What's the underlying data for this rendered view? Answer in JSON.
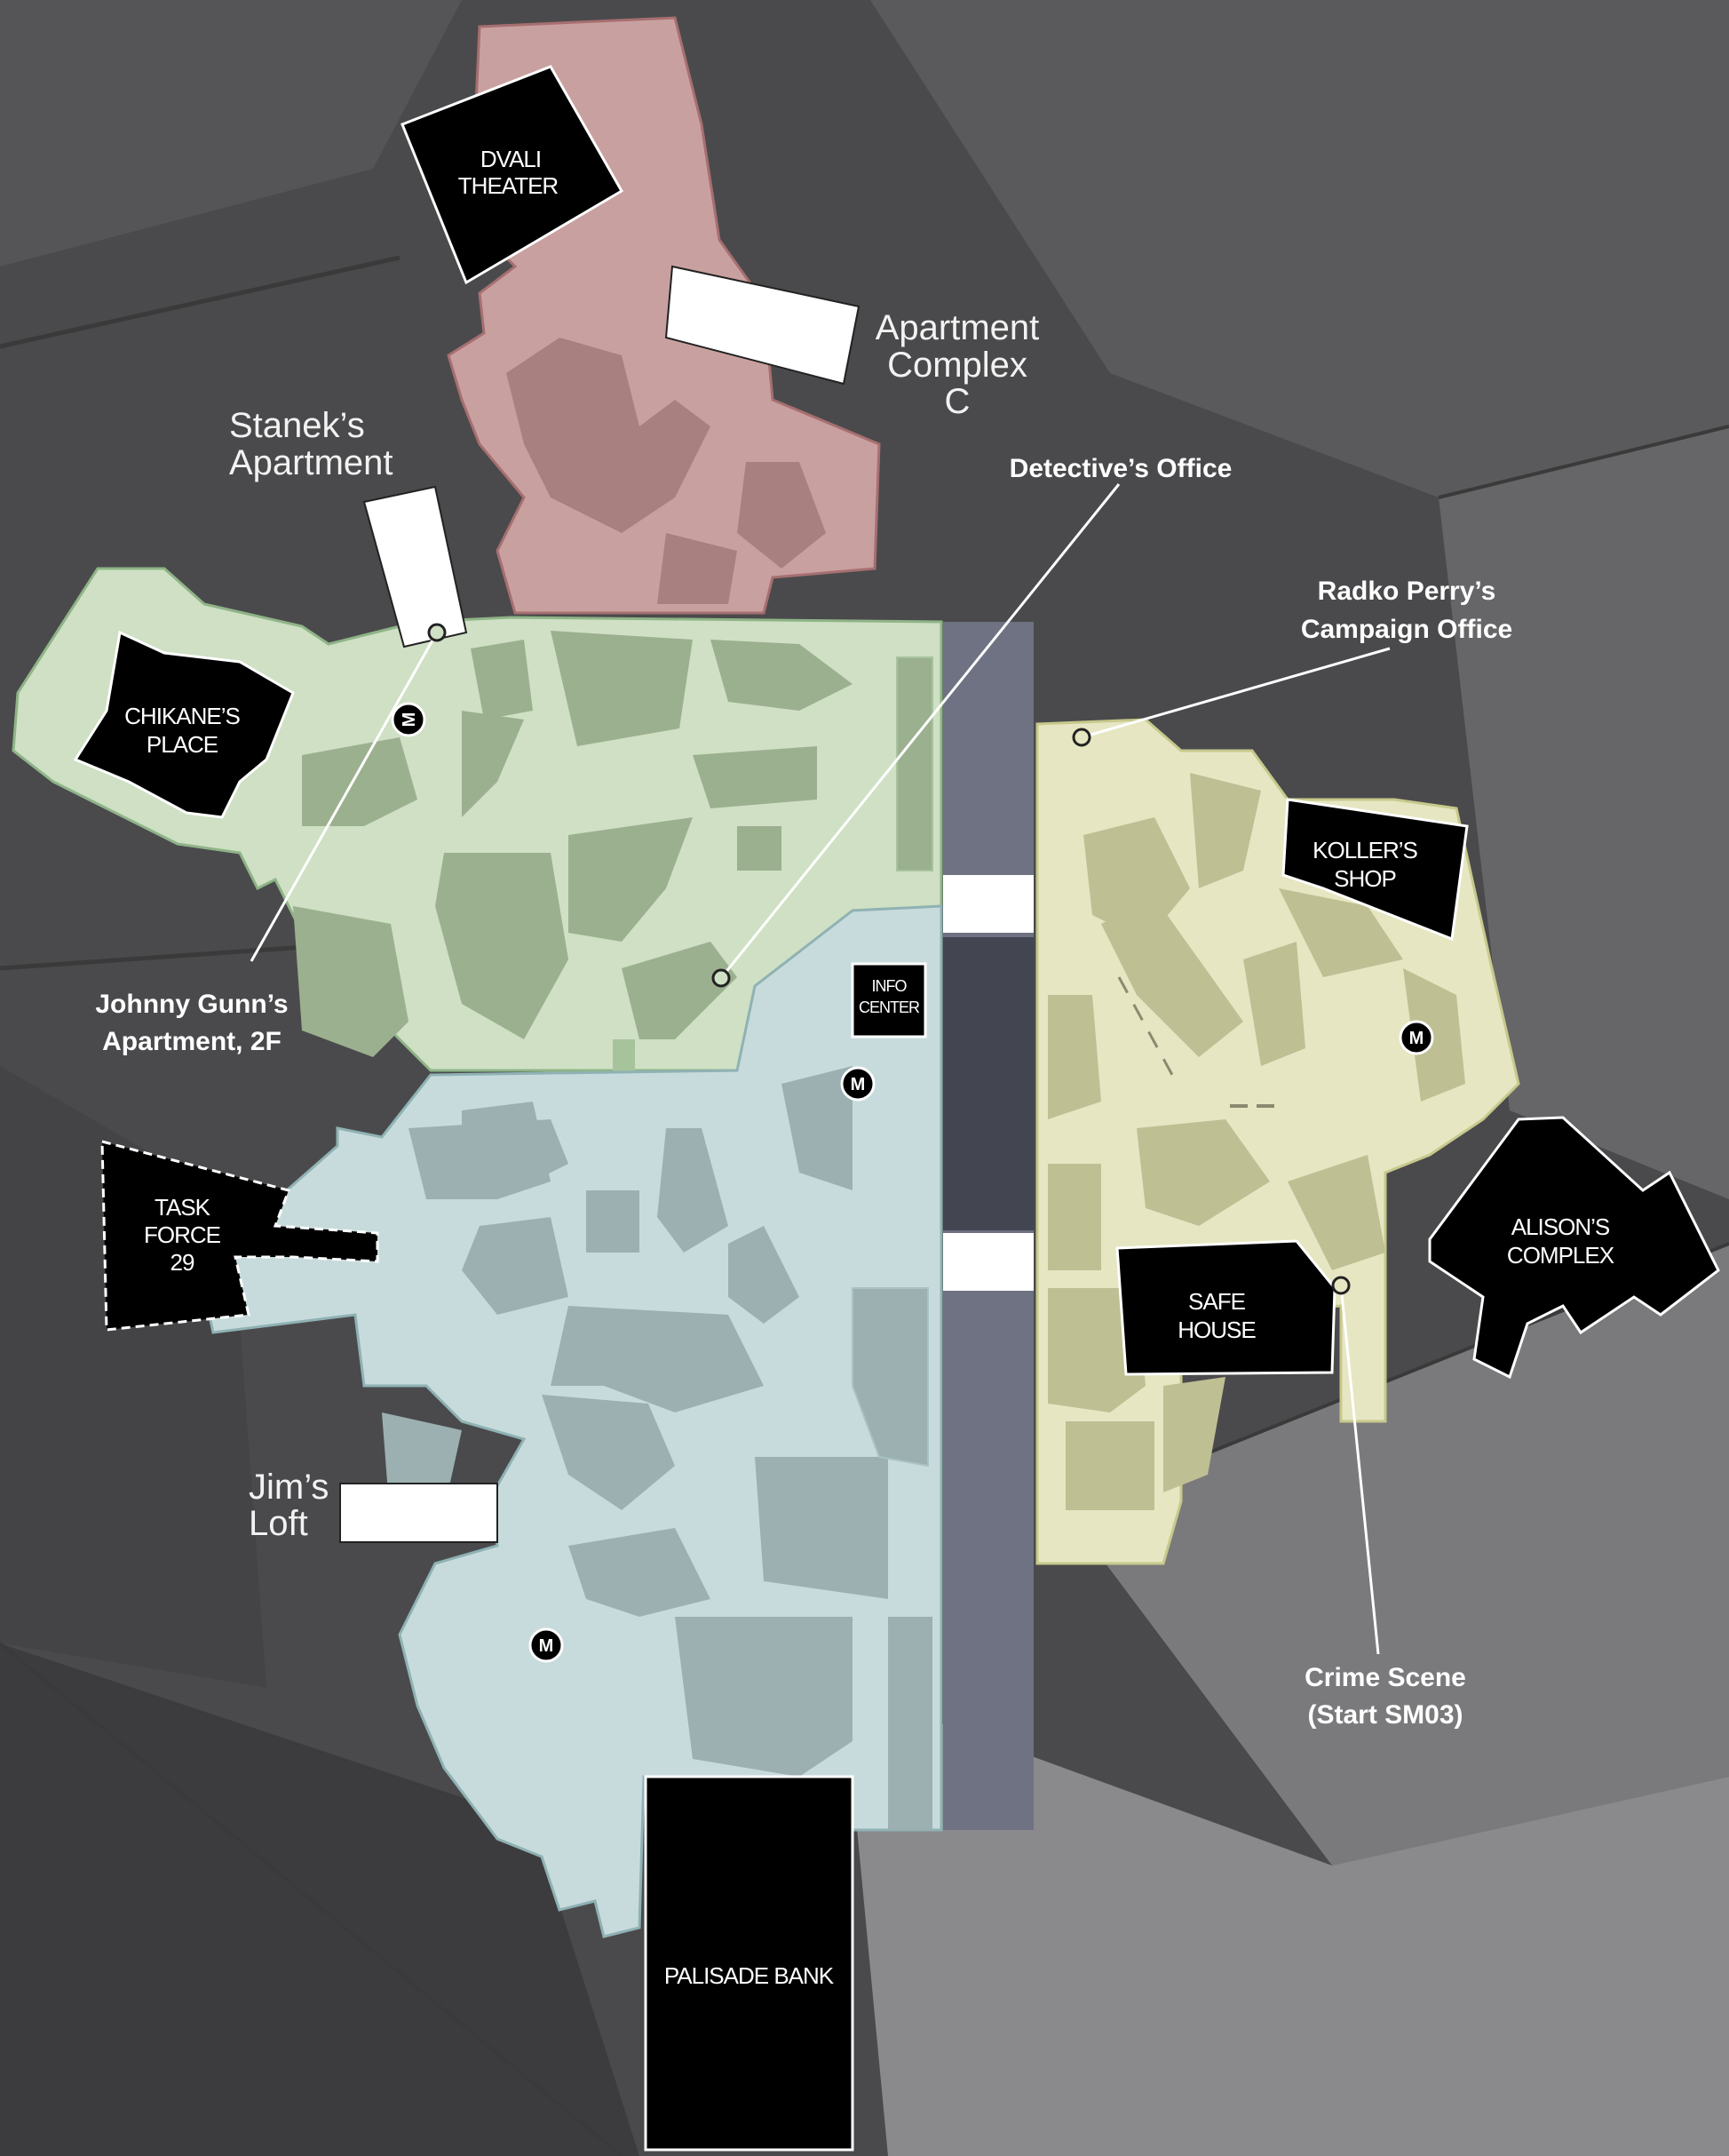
{
  "map": {
    "colors": {
      "background": "#4a4a4c",
      "district_north": "#c9a0a0",
      "district_west": "#cfe0c4",
      "district_south": "#c8dbdc",
      "district_east": "#e6e6c2",
      "road": "#6e7282",
      "building": "#000000"
    },
    "callouts": {
      "apartment_complex_c": [
        "Apartment",
        "Complex",
        "C"
      ],
      "staneks_apartment": [
        "Stanek’s",
        "Apartment"
      ],
      "detectives_office": "Detective’s Office",
      "radko_perry": [
        "Radko Perry’s",
        "Campaign Office"
      ],
      "johnny_gunn": [
        "Johnny Gunn’s",
        "Apartment, 2F"
      ],
      "jims_loft": [
        "Jim’s",
        "Loft"
      ],
      "crime_scene": [
        "Crime Scene",
        "(Start SM03)"
      ]
    },
    "buildings": {
      "dvali_theater": [
        "DVALI",
        "THEATER"
      ],
      "chikanes_place": [
        "CHIKANE’S",
        "PLACE"
      ],
      "kollers_shop": [
        "KOLLER’S",
        "SHOP"
      ],
      "info_center": [
        "INFO",
        "CENTER"
      ],
      "task_force_29": [
        "TASK",
        "FORCE",
        "29"
      ],
      "alisons_complex": [
        "ALISON’S",
        "COMPLEX"
      ],
      "safe_house": [
        "SAFE",
        "HOUSE"
      ],
      "palisade_bank": "PALISADE BANK"
    },
    "metro_icons": [
      "metro",
      "metro",
      "metro",
      "metro"
    ],
    "metro_symbol": "M"
  }
}
